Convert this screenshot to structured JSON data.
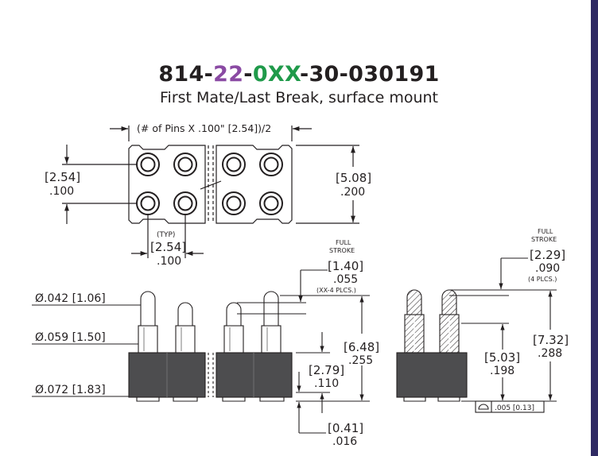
{
  "header": {
    "part_number": {
      "prefix": "814-",
      "code1": "22",
      "sep1": "-",
      "code2": "0XX",
      "suffix": "-30-030191"
    },
    "subtitle": "First Mate/Last Break, surface mount"
  },
  "top_view": {
    "width_label": "(# of Pins X .100\" [2.54])/2",
    "left_pitch_mm": "[2.54]",
    "left_pitch_in": ".100",
    "height_mm": "[5.08]",
    "height_in": ".200",
    "typ": "(TYP)",
    "bottom_pitch_mm": "[2.54]",
    "bottom_pitch_in": ".100"
  },
  "side_view": {
    "dia1": "Ø.042 [1.06]",
    "dia2": "Ø.059 [1.50]",
    "dia3": "Ø.072 [1.83]",
    "full_stroke_1": "FULL",
    "full_stroke_2": "STROKE",
    "stroke_mm": "[1.40]",
    "stroke_in": ".055",
    "stroke_note": "(XX-4 PLCS.)",
    "height_mm": "[6.48]",
    "height_in": ".255",
    "body_mm": "[2.79]",
    "body_in": ".110",
    "tail_mm": "[0.41]",
    "tail_in": ".016"
  },
  "end_view": {
    "full_stroke_1": "FULL",
    "full_stroke_2": "STROKE",
    "stroke_mm": "[2.29]",
    "stroke_in": ".090",
    "stroke_note": "(4 PLCS.)",
    "height_mm": "[7.32]",
    "height_in": ".288",
    "mid_mm": "[5.03]",
    "mid_in": ".198",
    "flatness": ".005 [0.13]"
  },
  "colors": {
    "body": "#4d4d4f",
    "ink": "#231f20",
    "purple": "#8a4aa3",
    "green": "#1f9a4a",
    "strip": "#2f2a63"
  }
}
